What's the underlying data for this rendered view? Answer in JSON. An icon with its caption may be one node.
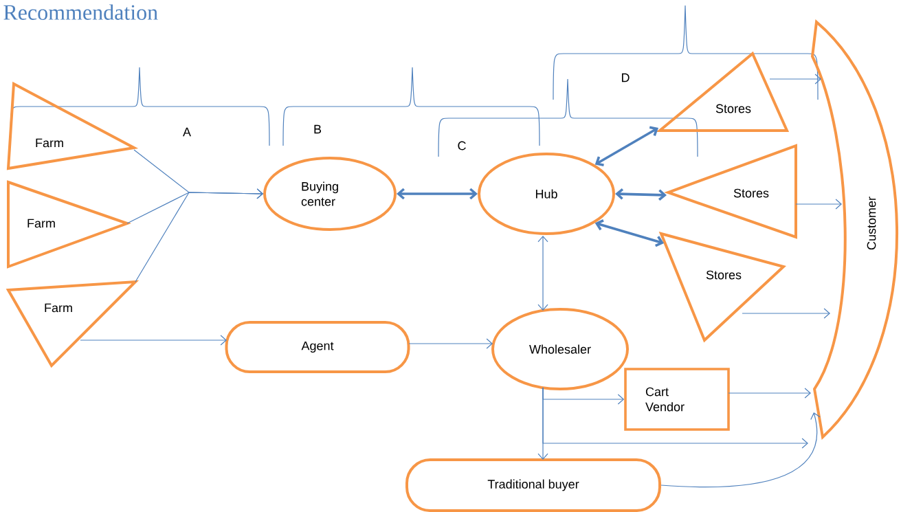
{
  "diagram": {
    "title": "Recommendation",
    "nodes": [
      {
        "text": [
          "Farm"
        ]
      },
      {
        "text": [
          "Farm"
        ]
      },
      {
        "text": [
          "Farm"
        ]
      },
      {
        "text": [
          "Buying center"
        ]
      },
      {
        "text": [
          "Hub"
        ]
      },
      {
        "text": [
          "Stores"
        ]
      },
      {
        "text": [
          "Stores"
        ]
      },
      {
        "text": [
          "Stores"
        ]
      },
      {
        "text": [
          "Customer"
        ]
      },
      {
        "text": [
          "Agent"
        ]
      },
      {
        "text": [
          "Wholesaler"
        ]
      },
      {
        "text": [
          "Cart Vendor"
        ]
      },
      {
        "text": [
          "Traditional buyer"
        ]
      }
    ],
    "edges": [
      {
        "from": 0,
        "to": 3,
        "arrow": "to"
      },
      {
        "from": 1,
        "to": 3,
        "arrow": "to"
      },
      {
        "from": 2,
        "to": 3,
        "arrow": "to"
      },
      {
        "from": 3,
        "to": 4,
        "arrow": "both",
        "style": "thick"
      },
      {
        "from": 4,
        "to": 5,
        "arrow": "both",
        "style": "thick"
      },
      {
        "from": 4,
        "to": 6,
        "arrow": "both",
        "style": "thick"
      },
      {
        "from": 4,
        "to": 7,
        "arrow": "both",
        "style": "thick"
      },
      {
        "from": 5,
        "to": 8,
        "arrow": "to"
      },
      {
        "from": 6,
        "to": 8,
        "arrow": "to"
      },
      {
        "from": 7,
        "to": 8,
        "arrow": "to"
      },
      {
        "from": 4,
        "to": 10,
        "arrow": "both"
      },
      {
        "from": 2,
        "to": 9,
        "arrow": "to"
      },
      {
        "from": 9,
        "to": 10,
        "arrow": "to"
      },
      {
        "from": 10,
        "to": 11,
        "arrow": "to"
      },
      {
        "from": 10,
        "to": 8,
        "arrow": "to"
      },
      {
        "from": 10,
        "to": 12,
        "arrow": "to"
      },
      {
        "from": 11,
        "to": 8,
        "arrow": "to"
      },
      {
        "from": 12,
        "to": 8,
        "arrow": "to"
      }
    ],
    "labels": [
      "A",
      "B",
      "C",
      "D"
    ]
  }
}
